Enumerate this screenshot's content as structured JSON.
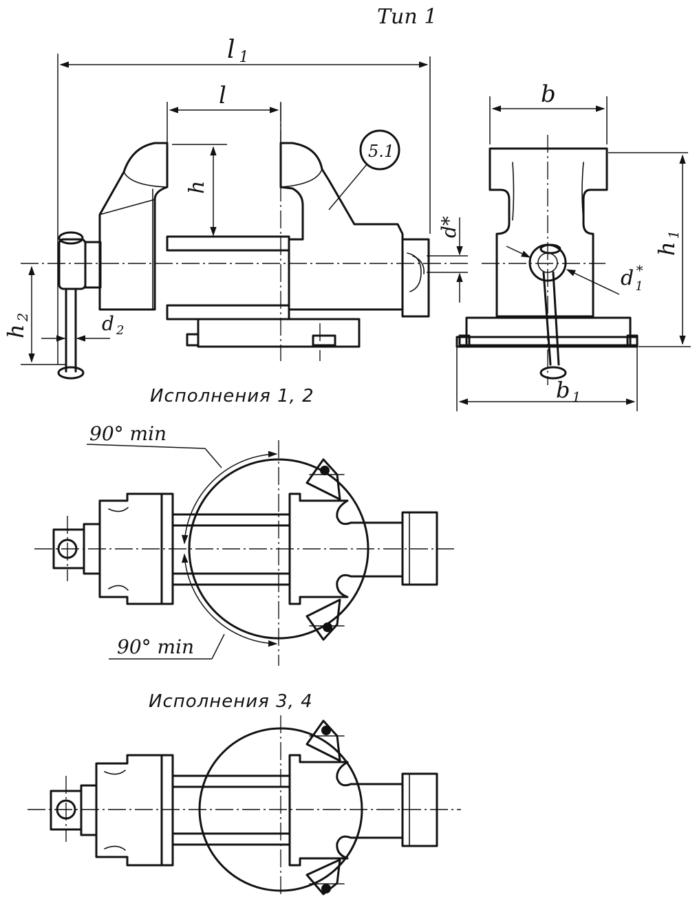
{
  "title": "Тип 1",
  "callout": "5.1",
  "dimensions": {
    "l1": "l",
    "l1_sub": "1",
    "l": "l",
    "h": "h",
    "h1": "h",
    "h1_sub": "1",
    "h2": "h",
    "h2_sub": "2",
    "d2": "d",
    "d2_sub": "2",
    "d_star": "d*",
    "d1": "d",
    "d1_sub": "1",
    "d1_sup": "*",
    "b": "b",
    "b1": "b",
    "b1_sub": "1"
  },
  "variant_12_caption": "Исполнения 1, 2",
  "angle_top": "90° min",
  "angle_bottom": "90° min",
  "variant_34_caption": "Исполнения 3, 4"
}
